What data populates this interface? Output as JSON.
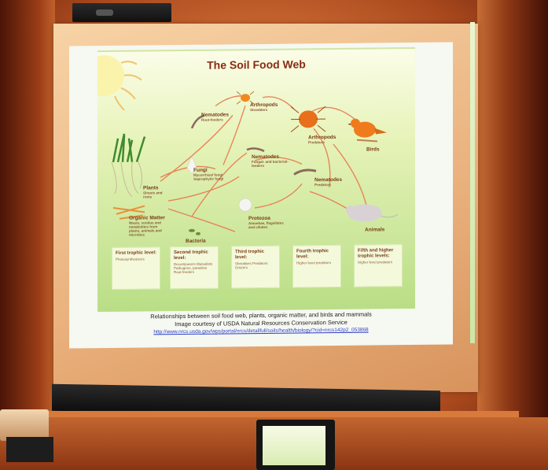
{
  "slide": {
    "title": "The Soil Food Web",
    "organisms": [
      {
        "name": "Nematodes",
        "desc": "Root-feeders"
      },
      {
        "name": "Arthropods",
        "desc": "Shredders"
      },
      {
        "name": "Arthropods",
        "desc": "Predators"
      },
      {
        "name": "Birds",
        "desc": ""
      },
      {
        "name": "Plants",
        "desc": "Shoots and roots"
      },
      {
        "name": "Fungi",
        "desc": "Mycorrhizal fungi Saprophytic fungi"
      },
      {
        "name": "Nematodes",
        "desc": "Fungal- and bacterial-feeders"
      },
      {
        "name": "Nematodes",
        "desc": "Predators"
      },
      {
        "name": "Organic Matter",
        "desc": "Waste, residue and metabolites from plants, animals and microbes"
      },
      {
        "name": "Protozoa",
        "desc": "Amoebae, flagellates and ciliates"
      },
      {
        "name": "Bacteria",
        "desc": ""
      },
      {
        "name": "Animals",
        "desc": ""
      }
    ],
    "levels": [
      {
        "title": "First trophic level:",
        "desc": "Photosynthesizers"
      },
      {
        "title": "Second trophic level:",
        "desc": "Decomposers Mutualists Pathogens, parasites Root-feeders"
      },
      {
        "title": "Third trophic level:",
        "desc": "Shredders Predators Grazers"
      },
      {
        "title": "Fourth trophic level:",
        "desc": "Higher level predators"
      },
      {
        "title": "Fifth and higher trophic levels:",
        "desc": "Higher level predators"
      }
    ]
  },
  "caption": {
    "line1": "Relationships between soil food web, plants, organic matter, and birds and mammals",
    "line2": "Image courtesy of  USDA Natural Resources Conservation Service",
    "link": "http://www.nrcs.usda.gov/wps/portal/nrcs/detailfull/soils/health/biology/?cid=nrcs142p2_053868"
  },
  "colors": {
    "title": "#8a2c14",
    "arrow": "#e8734a",
    "organism": "#e8711f",
    "slide_green": "#b9de86"
  }
}
